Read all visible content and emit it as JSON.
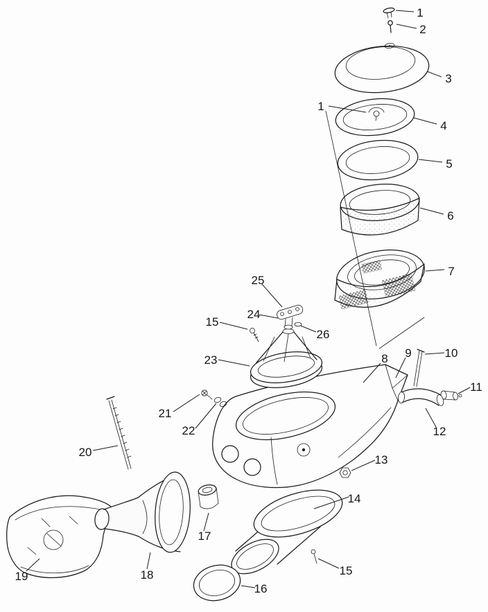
{
  "colors": {
    "ink": "#1c1c1c",
    "paper": "#fdfdfd"
  },
  "callouts": [
    {
      "label": "1"
    },
    {
      "label": "2"
    },
    {
      "label": "3"
    },
    {
      "label": "1"
    },
    {
      "label": "4"
    },
    {
      "label": "5"
    },
    {
      "label": "6"
    },
    {
      "label": "7"
    },
    {
      "label": "25"
    },
    {
      "label": "24"
    },
    {
      "label": "15"
    },
    {
      "label": "26"
    },
    {
      "label": "23"
    },
    {
      "label": "8"
    },
    {
      "label": "9"
    },
    {
      "label": "10"
    },
    {
      "label": "11"
    },
    {
      "label": "12"
    },
    {
      "label": "21"
    },
    {
      "label": "22"
    },
    {
      "label": "20"
    },
    {
      "label": "13"
    },
    {
      "label": "14"
    },
    {
      "label": "17"
    },
    {
      "label": "18"
    },
    {
      "label": "19"
    },
    {
      "label": "16"
    },
    {
      "label": "15"
    }
  ]
}
